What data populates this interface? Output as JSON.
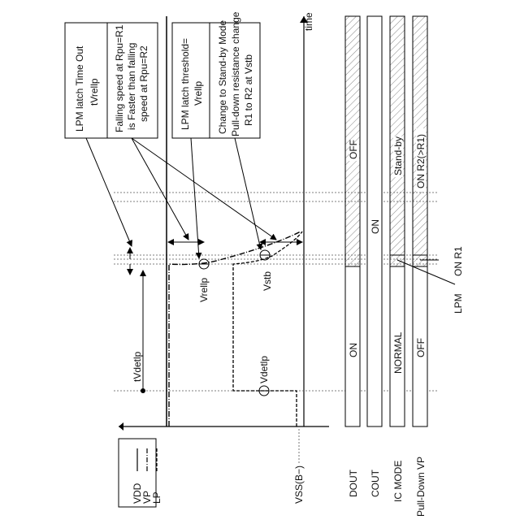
{
  "axis": {
    "time_label": "time",
    "vss_label": "VSS(B−)"
  },
  "legend": [
    {
      "label": "VDD",
      "style": "solid"
    },
    {
      "label": "VP",
      "style": "dashdot"
    },
    {
      "label": "LP",
      "style": "dashed"
    }
  ],
  "callouts": {
    "timeout": {
      "line1": "LPM latch Time Out",
      "line2": "tVrellp"
    },
    "falling": {
      "line1": "Falling speed at Rpu=R1",
      "line2": "is Faster than falling",
      "line3": "speed at Rpu=R2"
    },
    "threshold": {
      "line1": "LPM latch threshold=",
      "line2": "Vrellp"
    },
    "standby": {
      "line1": "Change to Stand-by Mode",
      "line2": "Pull-down resistance change",
      "line3": "R1 to R2 at Vstb"
    }
  },
  "markers": {
    "vrellp": "Vrellp",
    "vstb": "Vstb",
    "vdetlp": "Vdetlp",
    "tvdetlp": "tVdetlp"
  },
  "rows": {
    "dout": {
      "label": "DOUT",
      "state1": "ON",
      "state2": "OFF"
    },
    "cout": {
      "label": "COUT",
      "state1": "ON"
    },
    "icmode": {
      "label": "IC MODE",
      "state1": "NORMAL",
      "state2": "Stand-by",
      "lpm": "LPM"
    },
    "pulldown": {
      "label": "Pull-Down VP",
      "state1": "OFF",
      "state2": "ON R2(>R1)",
      "state_r1": "ON R1"
    }
  },
  "colors": {
    "line": "#000000",
    "guide": "#555555",
    "hatch": "#888888"
  }
}
